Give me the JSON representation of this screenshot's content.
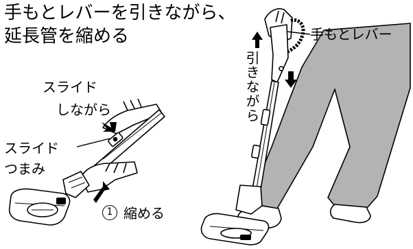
{
  "title": {
    "line1": "手もとレバーを引きながら、",
    "line2": "延長管を縮める"
  },
  "labels": {
    "slide_while": [
      "スライド",
      "しながら"
    ],
    "slide_knob": [
      "スライド",
      "つまみ"
    ],
    "step_number": "1",
    "shrink": "縮める",
    "hand_lever": "手もとレバー",
    "pull_while": "引きながら"
  },
  "icons": [
    "arrow-icon",
    "vacuum-cleaner-illustration",
    "hand-illustration",
    "leg-illustration",
    "step-number-badge"
  ],
  "colors": {
    "trousers": "#b3b3b3",
    "line": "#000000",
    "background": "#ffffff"
  }
}
